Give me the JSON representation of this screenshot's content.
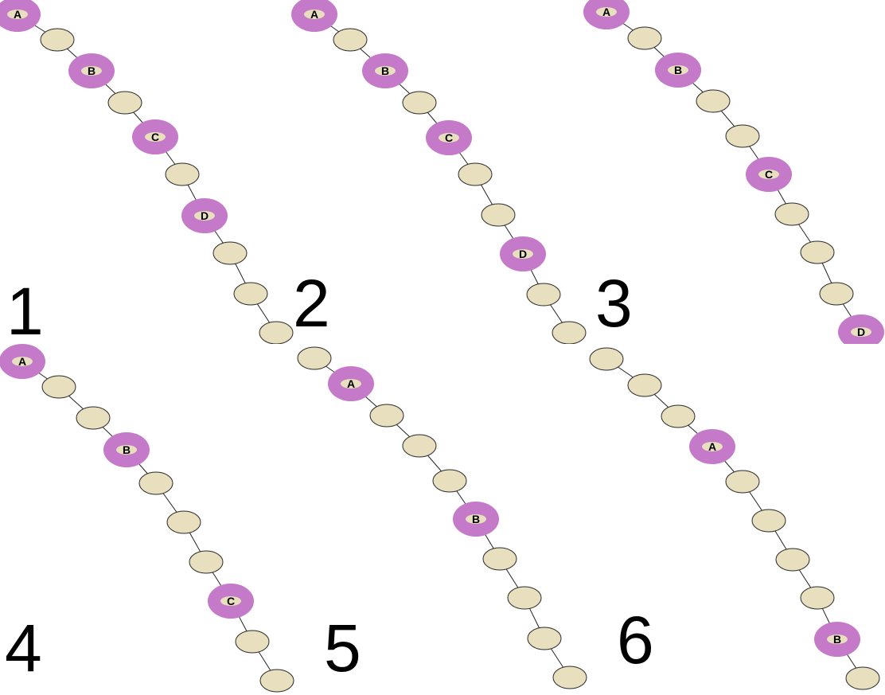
{
  "colors": {
    "bead_fill": "#e8dfbf",
    "bead_stroke": "#2a2a2a",
    "ring_fill": "#c47ac8",
    "link": "#222222",
    "number": "#000000",
    "background": "#ffffff"
  },
  "panels": [
    {
      "number": "1",
      "labels": [
        "A",
        "B",
        "C",
        "D"
      ]
    },
    {
      "number": "2",
      "labels": [
        "A",
        "B",
        "C",
        "D"
      ]
    },
    {
      "number": "3",
      "labels": [
        "A",
        "B",
        "C",
        "D"
      ]
    },
    {
      "number": "4",
      "labels": [
        "A",
        "B",
        "C"
      ]
    },
    {
      "number": "5",
      "labels": [
        "A",
        "B"
      ]
    },
    {
      "number": "6",
      "labels": [
        "A",
        "B"
      ]
    }
  ]
}
